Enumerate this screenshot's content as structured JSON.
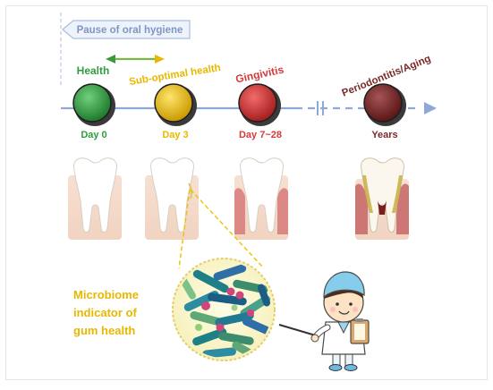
{
  "banner": {
    "label": "Pause of oral hygiene"
  },
  "stages": [
    {
      "title": "Health",
      "time": "Day 0",
      "title_color": "#2e9e3e",
      "button_color": "#2f9a3f"
    },
    {
      "title": "Sub-optimal health",
      "time": "Day 3",
      "title_color": "#e8b800",
      "button_color": "#e9bf14"
    },
    {
      "title": "Gingivitis",
      "time": "Day 7~28",
      "title_color": "#d63a3a",
      "button_color": "#d93535"
    },
    {
      "title": "Periodontitis/Aging",
      "time": "Years",
      "title_color": "#7a2a2a",
      "button_color": "#7b2727"
    }
  ],
  "callout": {
    "line1": "Microbiome",
    "line2": "indicator of",
    "line3": "gum health",
    "color": "#e8b800"
  },
  "colors": {
    "timeline": "#8fa9d6",
    "banner_text": "#7d96c4",
    "banner_fill": "#eef3fb"
  }
}
